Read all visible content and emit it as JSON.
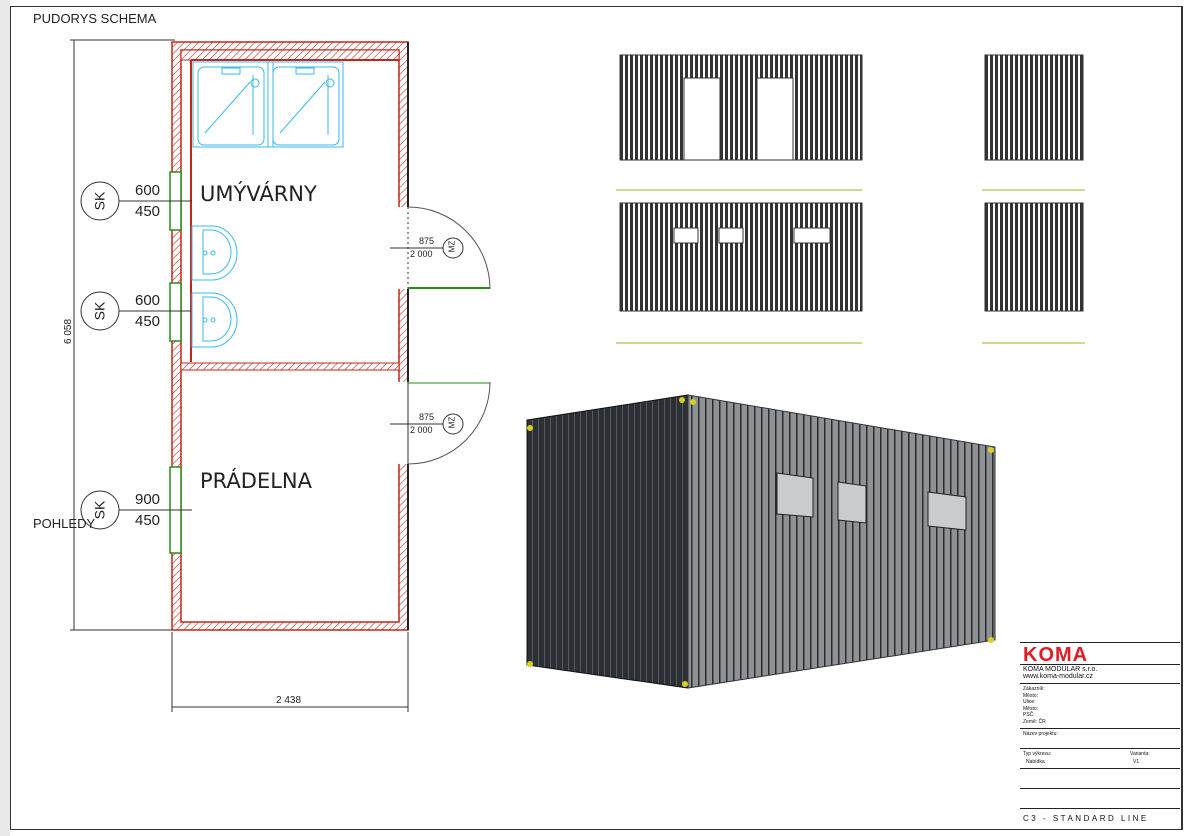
{
  "plan": {
    "title": "PUDORYS SCHEMA",
    "views_label": "POHLEDY",
    "rooms": [
      "UMÝVÁRNY",
      "PRÁDELNA"
    ],
    "length_dim": "6 058",
    "width_dim": "2 438",
    "windows": [
      {
        "tag": "SK",
        "w": "600",
        "h": "450"
      },
      {
        "tag": "SK",
        "w": "600",
        "h": "450"
      },
      {
        "tag": "SK",
        "w": "900",
        "h": "450"
      }
    ],
    "doors": [
      {
        "tag": "MZ",
        "w": "875",
        "h": "2 000"
      },
      {
        "tag": "MZ",
        "w": "875",
        "h": "2 000"
      }
    ]
  },
  "title_block": {
    "logo": "KOMA",
    "company": "KOMA MODULAR s.r.o.",
    "web": "www.koma-modular.cz",
    "client_label": "Zákazník:",
    "city1": "Město:",
    "street": "Ulice:",
    "city2": "Město:",
    "zip": "PSČ:",
    "country": "Země: ČR",
    "project_label": "Název projektu:",
    "drawing_type_label": "Typ výkresu:",
    "drawing_type": "Nabídka",
    "variant_label": "Varianta:",
    "variant": "V1",
    "series": "C3 - STANDARD LINE"
  },
  "colors": {
    "wall": "#c0281c",
    "fixture": "#38b8e8",
    "window": "#2a8a1a",
    "accent_line": "#8cbc1c",
    "logo": "#e01c24"
  }
}
